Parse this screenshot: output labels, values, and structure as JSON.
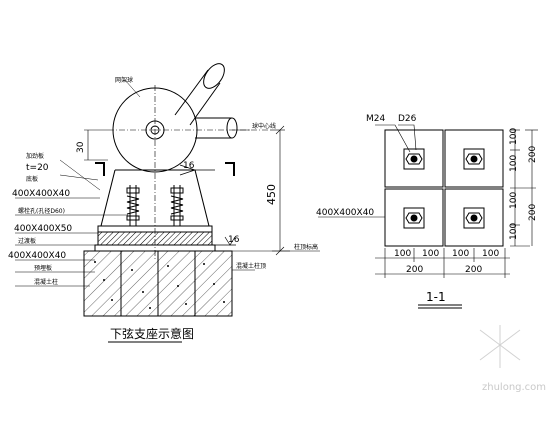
{
  "support_elevation": {
    "title": "下弦支座示意图",
    "labels": {
      "steel_ball": "网架球",
      "axis_line": "球中心线",
      "stiffener": "加劲板",
      "stiffener_t": "t=20",
      "base_plate": "底板",
      "base_plate_size": "400X400X40",
      "anchor_bolt": "螺栓孔(孔径D60)",
      "pad_plate_size": "400X400X50",
      "rubber_pad": "过渡板",
      "embed_plate_size": "400X400X40",
      "embedded_plate": "预埋板",
      "concrete_column": "混凝土柱",
      "column_top": "混凝土柱顶",
      "elevation_note": "柱顶标高",
      "dim_30": "30",
      "dim_450": "450",
      "slope_16a": "16",
      "slope_16b": "16"
    }
  },
  "plan_view": {
    "title": "1-1",
    "bolt": "M24",
    "hole": "D26",
    "plate_size": "400X400X40",
    "dims_right": [
      "100",
      "100",
      "100",
      "100"
    ],
    "dims_right_total": [
      "200",
      "200"
    ],
    "dims_bottom": [
      "100",
      "100",
      "100",
      "100"
    ],
    "dims_bottom_total": [
      "200",
      "200"
    ]
  },
  "watermark": "zhulong.com"
}
